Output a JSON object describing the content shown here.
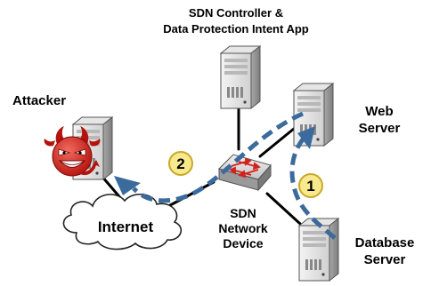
{
  "labels": {
    "controller_line1": "SDN Controller &",
    "controller_line2": "Data Protection Intent App",
    "attacker": "Attacker",
    "web_line1": "Web",
    "web_line2": "Server",
    "internet": "Internet",
    "sdn_line1": "SDN",
    "sdn_line2": "Network",
    "sdn_line3": "Device",
    "db_line1": "Database",
    "db_line2": "Server"
  },
  "steps": [
    "1",
    "2"
  ],
  "icons": {
    "server": "server-tower-icon",
    "switch": "network-switch-icon",
    "cloud": "cloud-icon",
    "attacker": "devil-face-icon"
  },
  "colors": {
    "flow_arrow": "#3b6a9c",
    "step_badge_fill": "#f7e98c",
    "step_badge_stroke": "#c9a82a",
    "attacker_red": "#d4211b",
    "link": "#000000"
  }
}
